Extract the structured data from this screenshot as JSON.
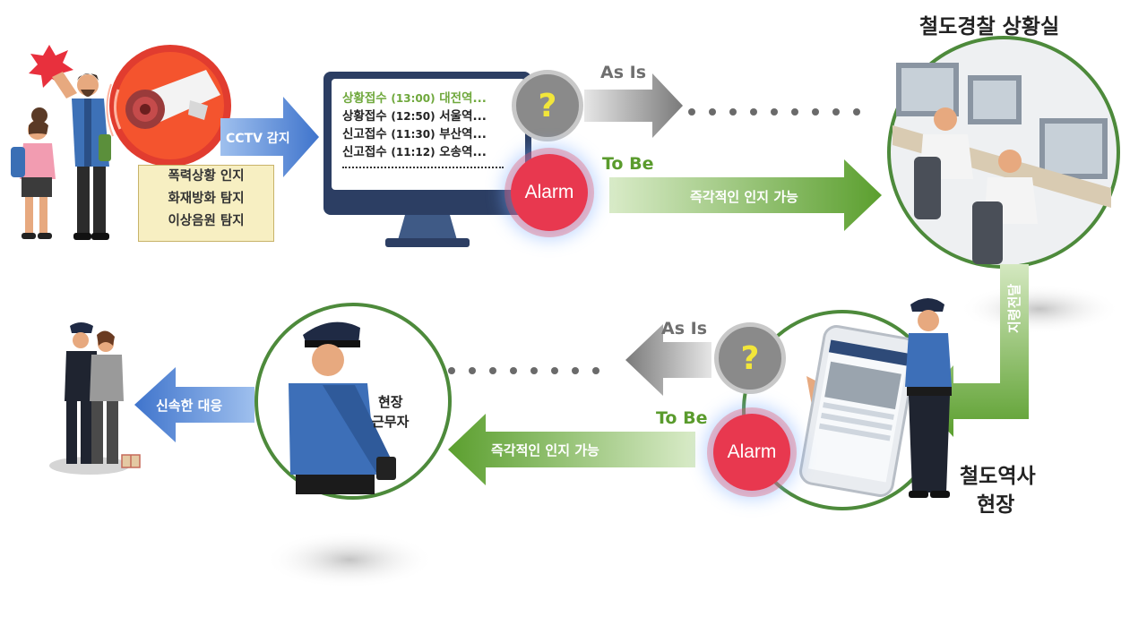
{
  "diagram": {
    "title_control_room": "철도경찰 상황실",
    "title_station": "철도역사",
    "title_station_line2": "현장",
    "field_worker_line1": "현장",
    "field_worker_line2": "근무자",
    "cctv_arrow_label": "CCTV 감지",
    "detection_items": [
      "폭력상황 인지",
      "화재방화 탐지",
      "이상음원 탐지"
    ],
    "monitor_lines": [
      {
        "type": "상황접수",
        "time": "(13:00)",
        "place": "대전역...",
        "color": "#6fa83c"
      },
      {
        "type": "상황접수",
        "time": "(12:50)",
        "place": "서울역...",
        "color": "#222222"
      },
      {
        "type": "신고접수",
        "time": "(11:30)",
        "place": "부산역...",
        "color": "#222222"
      },
      {
        "type": "신고접수",
        "time": "(11:12)",
        "place": "오송역...",
        "color": "#222222"
      }
    ],
    "as_is": "As Is",
    "to_be": "To Be",
    "alarm": "Alarm",
    "question": "?",
    "instant_recognition": "즉각적인 인지 가능",
    "command_transfer": "지령전달",
    "quick_response": "신속한 대응"
  },
  "colors": {
    "green_arrow": "#6aa83a",
    "blue_arrow": "#4f7fcf",
    "gray_arrow": "#7d7d7d",
    "alarm_red": "#e8384f",
    "monitor_navy": "#2c3e63",
    "circle_border": "#4d8a3b"
  },
  "icons": [
    "explosion-icon",
    "cctv-camera-icon",
    "monitor-icon",
    "smartphone-icon",
    "package-icon"
  ]
}
